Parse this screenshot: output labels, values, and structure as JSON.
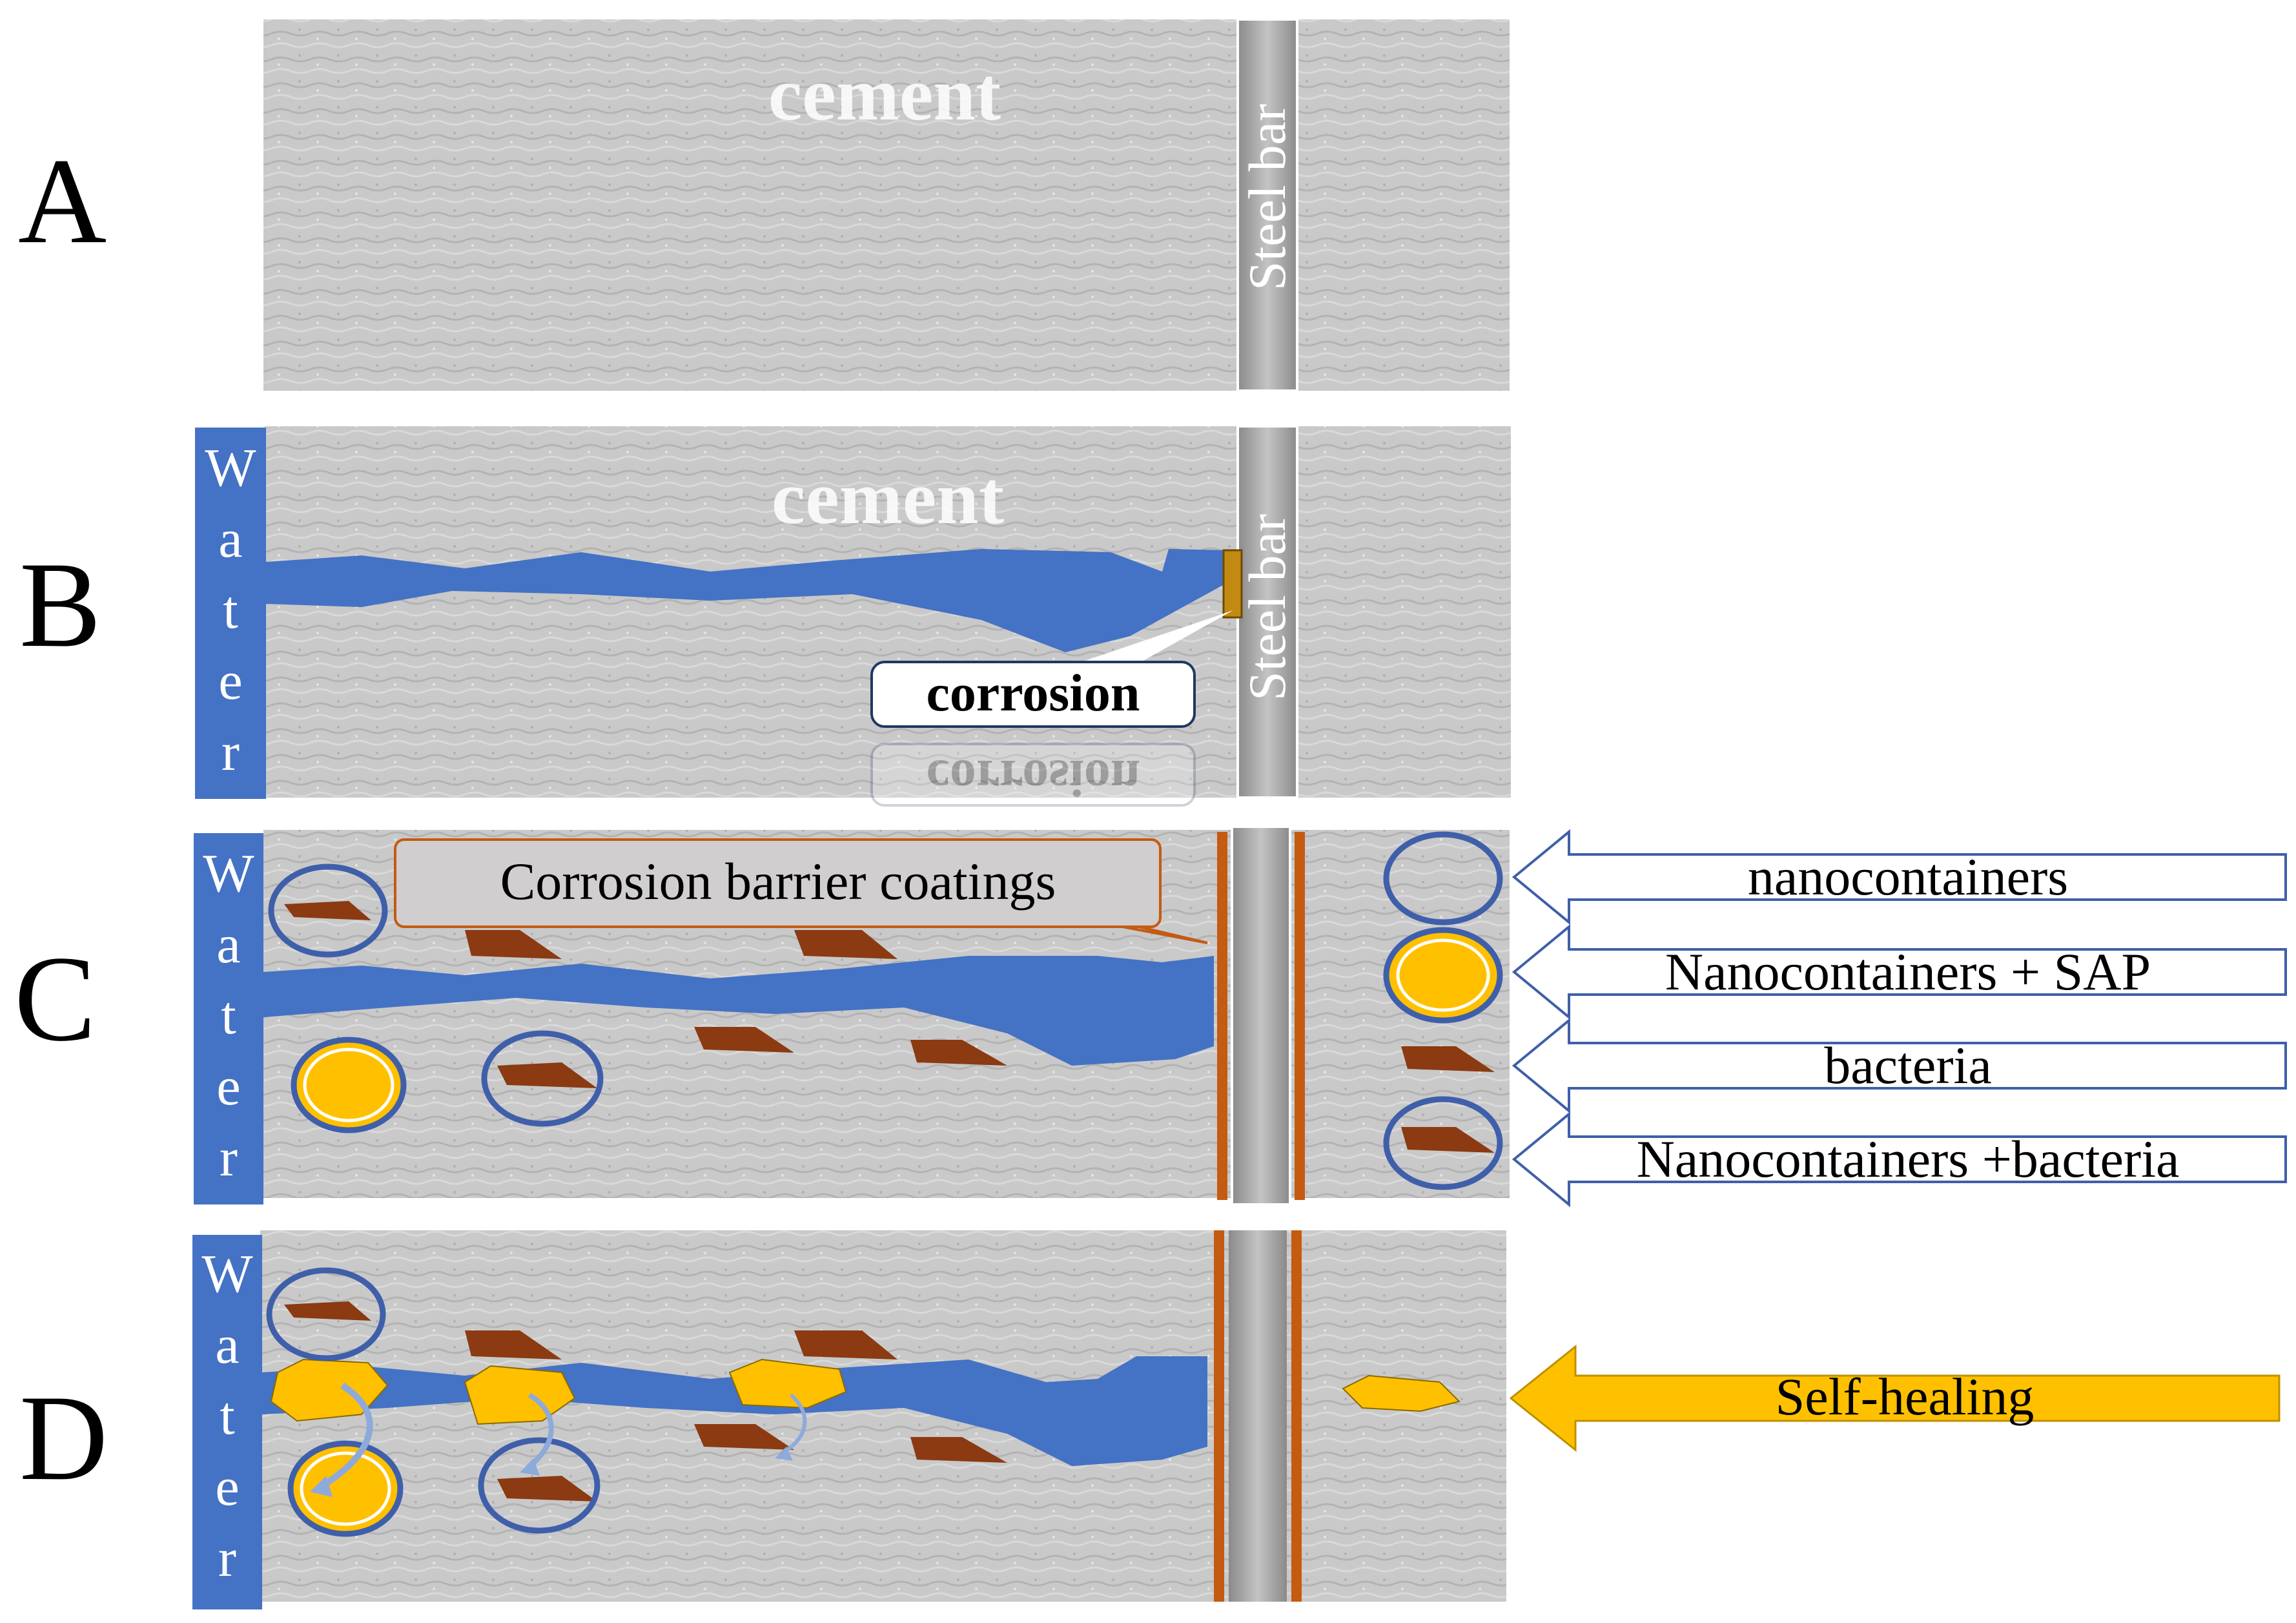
{
  "panels": {
    "A": {
      "letter": "A",
      "cement_label": "cement",
      "bar_label": "Steel bar"
    },
    "B": {
      "letter": "B",
      "cement_label": "cement",
      "bar_label": "Steel bar",
      "water_label": "Water",
      "callout": "corrosion",
      "callout_reflection": "corrosion"
    },
    "C": {
      "letter": "C",
      "water_label": "Water",
      "callout": "Corrosion barrier coatings"
    },
    "D": {
      "letter": "D",
      "water_label": "Water"
    }
  },
  "legend": {
    "nanocontainers": "nanocontainers",
    "nanocontainers_sap": "Nanocontainers + SAP",
    "bacteria": "bacteria",
    "nanocontainers_bacteria": "Nanocontainers +bacteria",
    "self_healing": "Self-healing"
  },
  "colors": {
    "cement": "#c8c8c8",
    "water": "#4472c4",
    "corrosion": "#c38a13",
    "coating": "#c55a11",
    "bacteria": "#8b3a12",
    "sap": "#ffc000",
    "ring": "#3f5faa",
    "arrow_box": "#ffffff",
    "self_healing_arrow": "#ffc000",
    "callout_bg": "#d0cece"
  }
}
